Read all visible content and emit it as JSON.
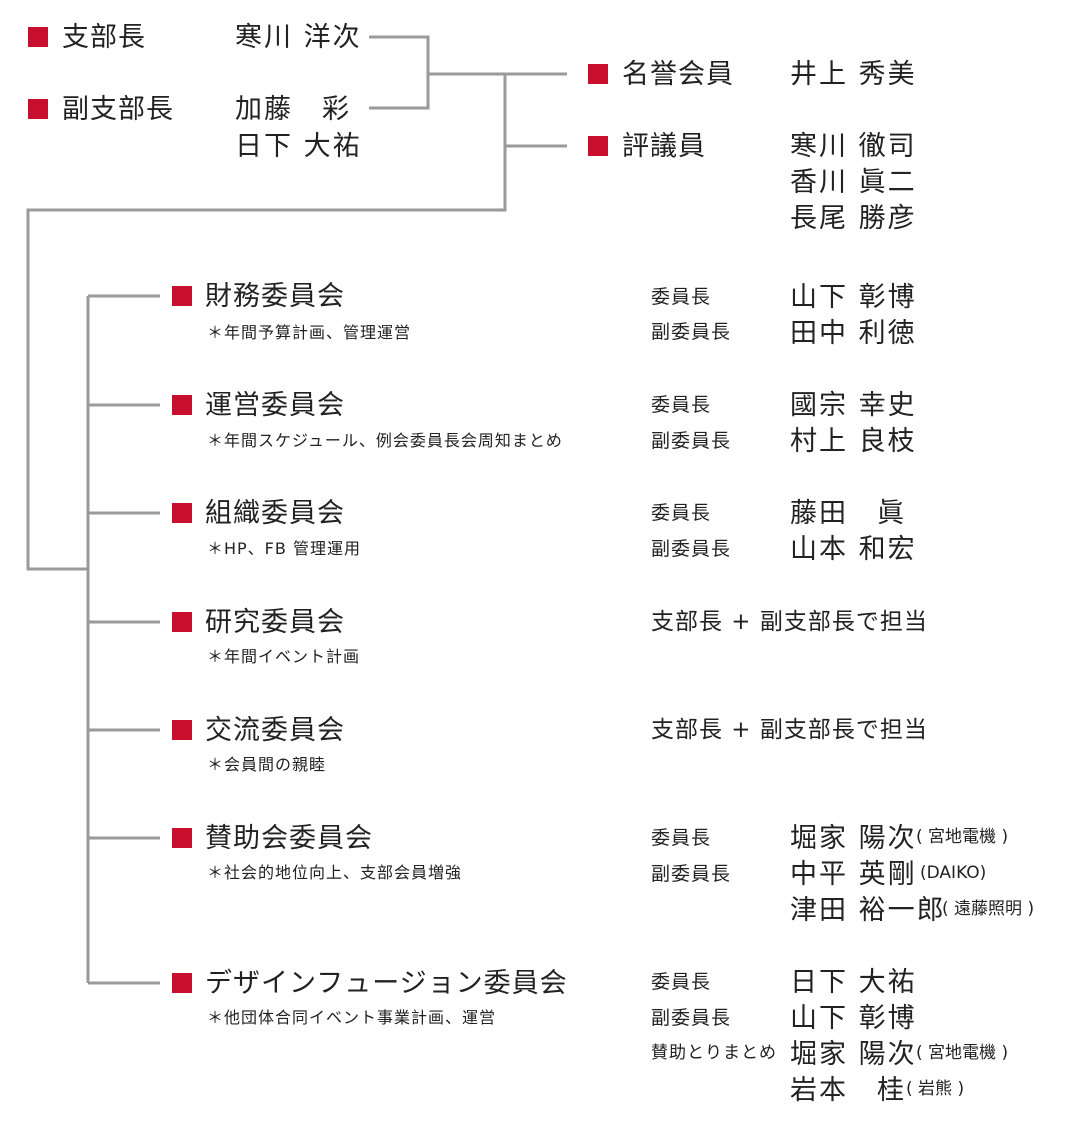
{
  "colors": {
    "marker": "#c8102e",
    "line": "#9a9a9a",
    "text": "#222222"
  },
  "header": {
    "branch_chief": {
      "label": "支部長",
      "name": "寒川 洋次"
    },
    "deputy": {
      "label": "副支部長",
      "names": [
        "加藤　彩",
        "日下 大祐"
      ]
    },
    "honorary": {
      "label": "名誉会員",
      "name": "井上 秀美"
    },
    "councilors": {
      "label": "評議員",
      "names": [
        "寒川 徹司",
        "香川 眞二",
        "長尾 勝彦"
      ]
    }
  },
  "committees": [
    {
      "name": "財務委員会",
      "note": "＊年間予算計画、管理運営",
      "members": [
        {
          "role": "委員長",
          "name": "山下 彰博",
          "affiliation": ""
        },
        {
          "role": "副委員長",
          "name": "田中 利徳",
          "affiliation": ""
        }
      ]
    },
    {
      "name": "運営委員会",
      "note": "＊年間スケジュール、例会委員長会周知まとめ",
      "members": [
        {
          "role": "委員長",
          "name": "國宗 幸史",
          "affiliation": ""
        },
        {
          "role": "副委員長",
          "name": "村上 良枝",
          "affiliation": ""
        }
      ]
    },
    {
      "name": "組織委員会",
      "note": "＊HP、FB 管理運用",
      "members": [
        {
          "role": "委員長",
          "name": "藤田　眞",
          "affiliation": ""
        },
        {
          "role": "副委員長",
          "name": "山本 和宏",
          "affiliation": ""
        }
      ]
    },
    {
      "name": "研究委員会",
      "note": "＊年間イベント計画",
      "assignment": "支部長 + 副支部長で担当"
    },
    {
      "name": "交流委員会",
      "note": "＊会員間の親睦",
      "assignment": "支部長 + 副支部長で担当"
    },
    {
      "name": "賛助会委員会",
      "note": "＊社会的地位向上、支部会員増強",
      "members": [
        {
          "role": "委員長",
          "name": "堀家 陽次",
          "affiliation": "( 宮地電機 )"
        },
        {
          "role": "副委員長",
          "name": "中平 英剛",
          "affiliation": "(DAIKO)"
        },
        {
          "role": "",
          "name": "津田 裕一郎",
          "affiliation": "( 遠藤照明 )"
        }
      ]
    },
    {
      "name": "デザインフュージョン委員会",
      "note": "＊他団体合同イベント事業計画、運営",
      "members": [
        {
          "role": "委員長",
          "name": "日下 大祐",
          "affiliation": ""
        },
        {
          "role": "副委員長",
          "name": "山下 彰博",
          "affiliation": ""
        },
        {
          "role": "賛助とりまとめ",
          "name": "堀家 陽次",
          "affiliation": "( 宮地電機 )"
        },
        {
          "role": "",
          "name": "岩本　桂",
          "affiliation": "( 岩熊 )"
        }
      ]
    }
  ]
}
